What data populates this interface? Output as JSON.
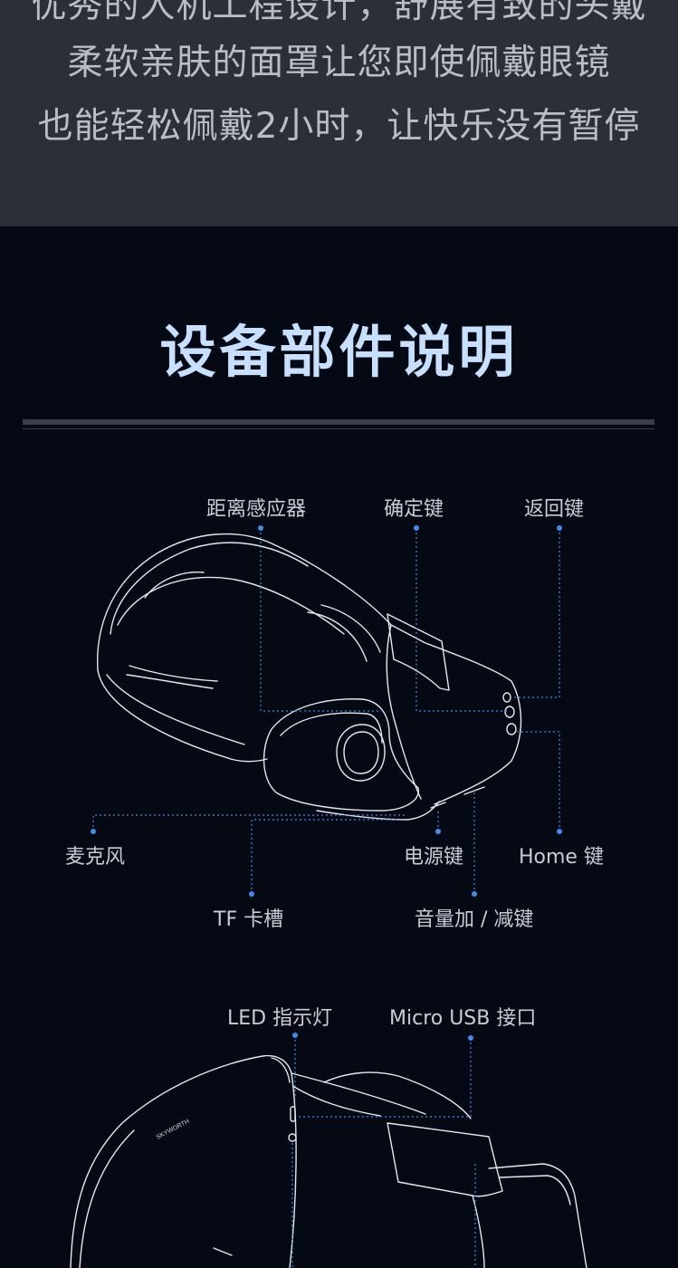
{
  "intro": {
    "lines": [
      "优秀的人机工程设计，舒展有致的头戴",
      "柔软亲肤的面罩让您即使佩戴眼镜",
      "也能轻松佩戴2小时，让快乐没有暂停"
    ]
  },
  "parts_section": {
    "title": "设备部件说明",
    "diagram_top": {
      "labels": {
        "proximity_sensor": "距离感应器",
        "confirm_key": "确定键",
        "back_key": "返回键",
        "microphone": "麦克风",
        "power_key": "电源键",
        "home_key": "Home 键",
        "tf_slot": "TF 卡槽",
        "volume_key": "音量加 / 减键"
      }
    },
    "diagram_bottom": {
      "labels": {
        "led_indicator": "LED 指示灯",
        "micro_usb": "Micro USB 接口"
      },
      "brand_mark": "SKYWORTH"
    }
  },
  "colors": {
    "top_background": "#2b2f38",
    "bottom_background": "#050914",
    "title": "#c8e0ff",
    "leader_line": "#3d8ee8",
    "outline": "#e6e8ec"
  }
}
